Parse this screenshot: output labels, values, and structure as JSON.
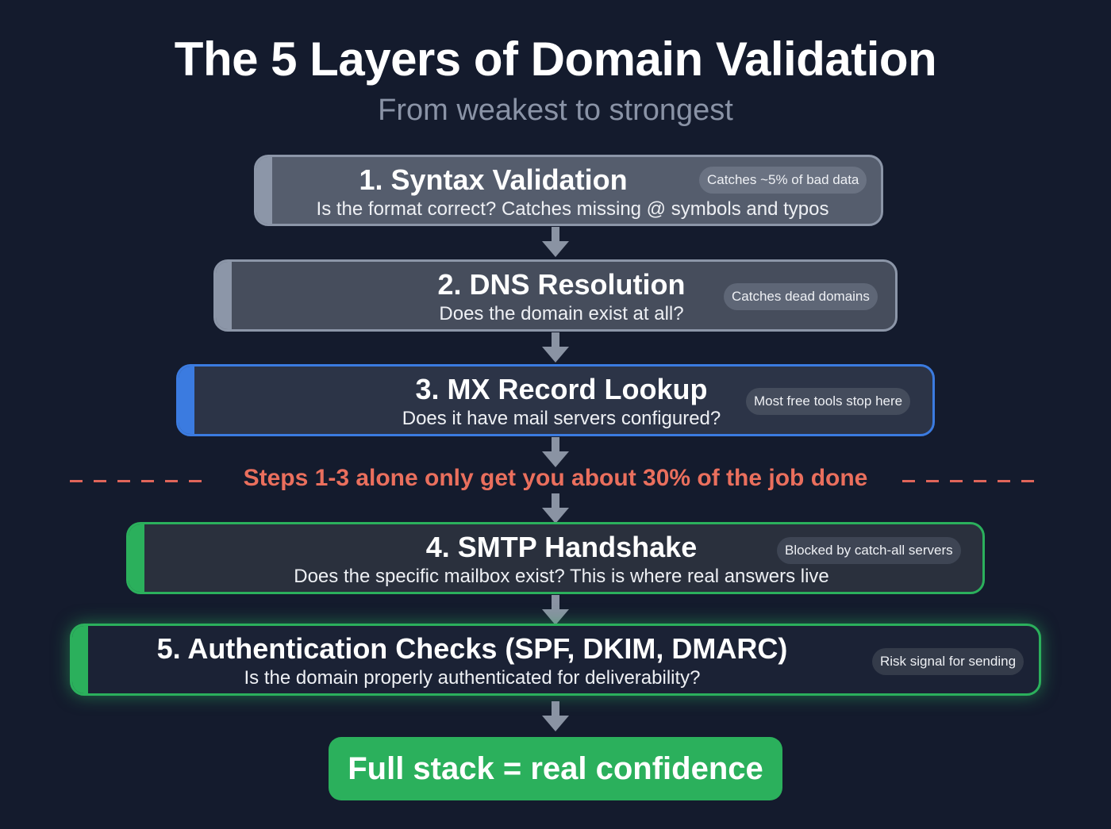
{
  "header": {
    "title": "The 5 Layers of Domain Validation",
    "subtitle": "From weakest to strongest"
  },
  "colors": {
    "background": "#141b2d",
    "gray_layer": "#8c96a8",
    "blue_accent": "#3b7be0",
    "green_accent": "#2bb05c",
    "warning_text": "#ea6f5d"
  },
  "layers": [
    {
      "number": 1,
      "title": "1. Syntax Validation",
      "description": "Is the format correct? Catches missing @ symbols and typos",
      "badge": "Catches ~5% of bad data",
      "accent": "#8c96a8"
    },
    {
      "number": 2,
      "title": "2. DNS Resolution",
      "description": "Does the domain exist at all?",
      "badge": "Catches dead domains",
      "accent": "#8c96a8"
    },
    {
      "number": 3,
      "title": "3. MX Record Lookup",
      "description": "Does it have mail servers configured?",
      "badge": "Most free tools stop here",
      "accent": "#3b7be0"
    },
    {
      "number": 4,
      "title": "4. SMTP Handshake",
      "description": "Does the specific mailbox exist? This is where real answers live",
      "badge": "Blocked by catch-all servers",
      "accent": "#2bb05c"
    },
    {
      "number": 5,
      "title": "5. Authentication Checks (SPF, DKIM, DMARC)",
      "description": "Is the domain properly authenticated for deliverability?",
      "badge": "Risk signal for sending",
      "accent": "#2bb05c"
    }
  ],
  "divider": {
    "text": "Steps 1-3 alone only get you about 30% of the job done"
  },
  "result": {
    "text": "Full stack = real confidence"
  }
}
